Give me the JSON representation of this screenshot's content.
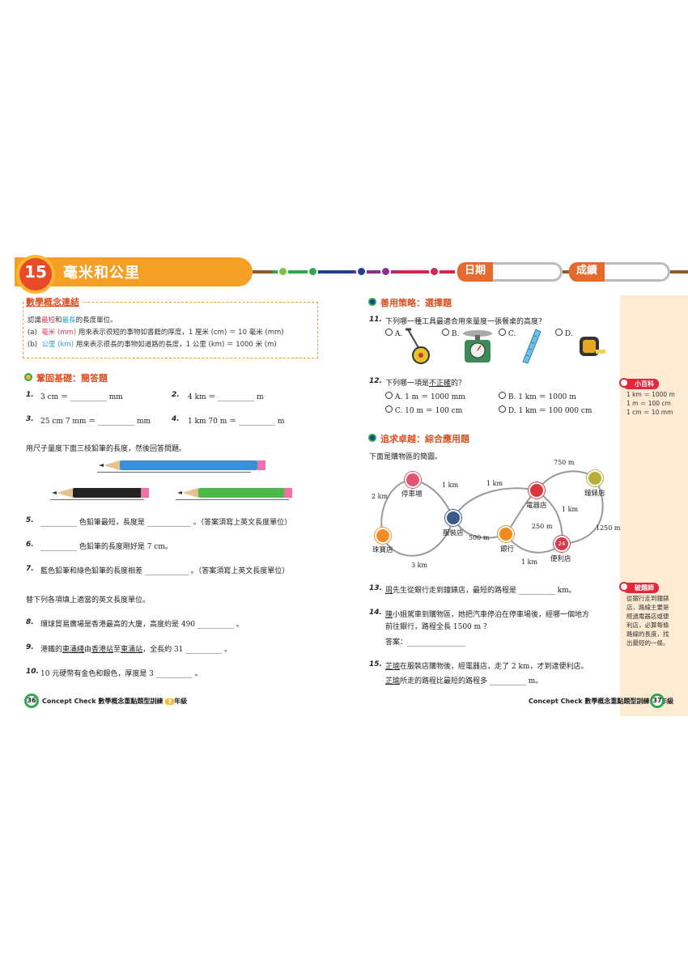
{
  "header": {
    "lesson_number": "15",
    "lesson_title": "毫米和公里",
    "date_label": "日期",
    "score_label": "成績"
  },
  "concept": {
    "tag": "數學概念連結",
    "intro_pre": "認識",
    "intro_short": "最短",
    "intro_mid": "和",
    "intro_long": "最長",
    "intro_post": "的長度單位。",
    "item_a_prefix": "(a)",
    "item_a_term": "毫米 (mm)",
    "item_a_text": "用來表示很短的事物如書籍的厚度，1 厘米 (cm) ＝ 10 毫米 (mm)",
    "item_b_prefix": "(b)",
    "item_b_term": "公里 (km)",
    "item_b_text": "用來表示很長的事物如道路的長度，1 公里 (km) ＝ 1000 米 (m)"
  },
  "section_basic": {
    "title": "鞏固基礎：簡答題",
    "q1_num": "1.",
    "q1_text": "3 cm ＝ __________ mm",
    "q2_num": "2.",
    "q2_text": "4 km ＝ __________ m",
    "q3_num": "3.",
    "q3_text": "25 cm 7 mm ＝ __________ mm",
    "q4_num": "4.",
    "q4_text": "1 km 70 m ＝ __________ m",
    "pencil_intro": "用尺子量度下面三枝鉛筆的長度，然後回答問題。",
    "q5_num": "5.",
    "q5_text": "__________ 色鉛筆最短，長度是 ____________ 。（答案須寫上英文長度單位）",
    "q6_num": "6.",
    "q6_text": "__________ 色鉛筆的長度剛好是 7 cm。",
    "q7_num": "7.",
    "q7_text": "藍色鉛筆和綠色鉛筆的長度相差 ____________ 。（答案須寫上英文長度單位）",
    "fill_intro": "替下列各項填上適當的英文長度單位。",
    "q8_num": "8.",
    "q8_text": "環球貿易廣場是香港最高的大廈，高度約是 490 __________ 。",
    "q9_num": "9.",
    "q9_text_pre": "港鐵的",
    "q9_text_u1": "東涌綫",
    "q9_text_mid": "由",
    "q9_text_u2": "香港站",
    "q9_text_mid2": "至",
    "q9_text_u3": "東涌站",
    "q9_text_post": "，全長約 31 __________ 。",
    "q10_num": "10.",
    "q10_text": "10 元硬幣有金色和銀色，厚度是 3 __________ 。"
  },
  "section_mc": {
    "title": "善用策略：選擇題",
    "q11_num": "11.",
    "q11_text": "下列哪一種工具最適合用來量度一張餐桌的高度？",
    "q11_options": [
      "A.",
      "B.",
      "C.",
      "D."
    ],
    "q12_num": "12.",
    "q12_text_pre": "下列哪一項是",
    "q12_text_u": "不正確",
    "q12_text_post": "的？",
    "q12_a": "A. 1 m ＝ 1000 mm",
    "q12_b": "B. 1 km ＝ 1000 m",
    "q12_c": "C. 10 m ＝ 100 cm",
    "q12_d": "D. 1 km ＝ 100 000 cm"
  },
  "section_app": {
    "title": "追求卓越：綜合應用題",
    "map_intro": "下面是購物區的簡圖。",
    "places": {
      "parking": "停車場",
      "clothes": "服裝店",
      "jewelry": "珠寶店",
      "electric": "電器店",
      "watch": "鐘錶店",
      "bank": "銀行",
      "store": "便利店"
    },
    "distances": {
      "d_jew_park": "2 km",
      "d_park_clo": "1 km",
      "d_jew_clo": "3 km",
      "d_clo_ele": "1 km",
      "d_ele_watch": "750 m",
      "d_ele_store": "1 km",
      "d_watch_store": "1250 m",
      "d_clo_bank": "500 m",
      "d_bank_ele": "250 m",
      "d_bank_store": "1 km"
    },
    "store_icon_text": "24",
    "q13_num": "13.",
    "q13_u": "周",
    "q13_text": "先生從銀行走到鐘錶店，最短的路程是 __________ km。",
    "q14_num": "14.",
    "q14_u": "陳",
    "q14_text": "小姐駕車到購物區，她把汽車停泊在停車場後，經哪一個地方",
    "q14_text2": "前往銀行，路程全長 1500 m ？",
    "q14_answer": "答案：________________",
    "q15_num": "15.",
    "q15_u": "芷瑜",
    "q15_text": "在服裝店購物後，經電器店，走了 2 km，才到達便利店。",
    "q15_u2": "芷瑜",
    "q15_text2": "所走的路程比最短的路程多 __________ m。"
  },
  "sidebar": {
    "tip1_tag": "小百科",
    "tip1_lines": [
      "1 km ＝ 1000 m",
      "1 m ＝ 100 cm",
      "1 cm ＝ 10 mm"
    ],
    "tip2_tag": "破題師",
    "tip2_lines": [
      "從銀行走到鐘錶",
      "店，路線主要是",
      "經過電器店或便",
      "利店，必算每條",
      "路線的長度，找",
      "出最短的一條。"
    ]
  },
  "footer": {
    "left_page": "36",
    "right_page": "37",
    "brand": "Concept Check 數學概念重點題型訓練",
    "grade_num": "3",
    "grade_suffix": "年級"
  },
  "colors": {
    "accent_orange": "#f4a024",
    "title_red": "#d94f1f",
    "pencil_blue": "#3a8fd8",
    "pencil_black": "#222222",
    "pencil_green": "#4cb847"
  }
}
